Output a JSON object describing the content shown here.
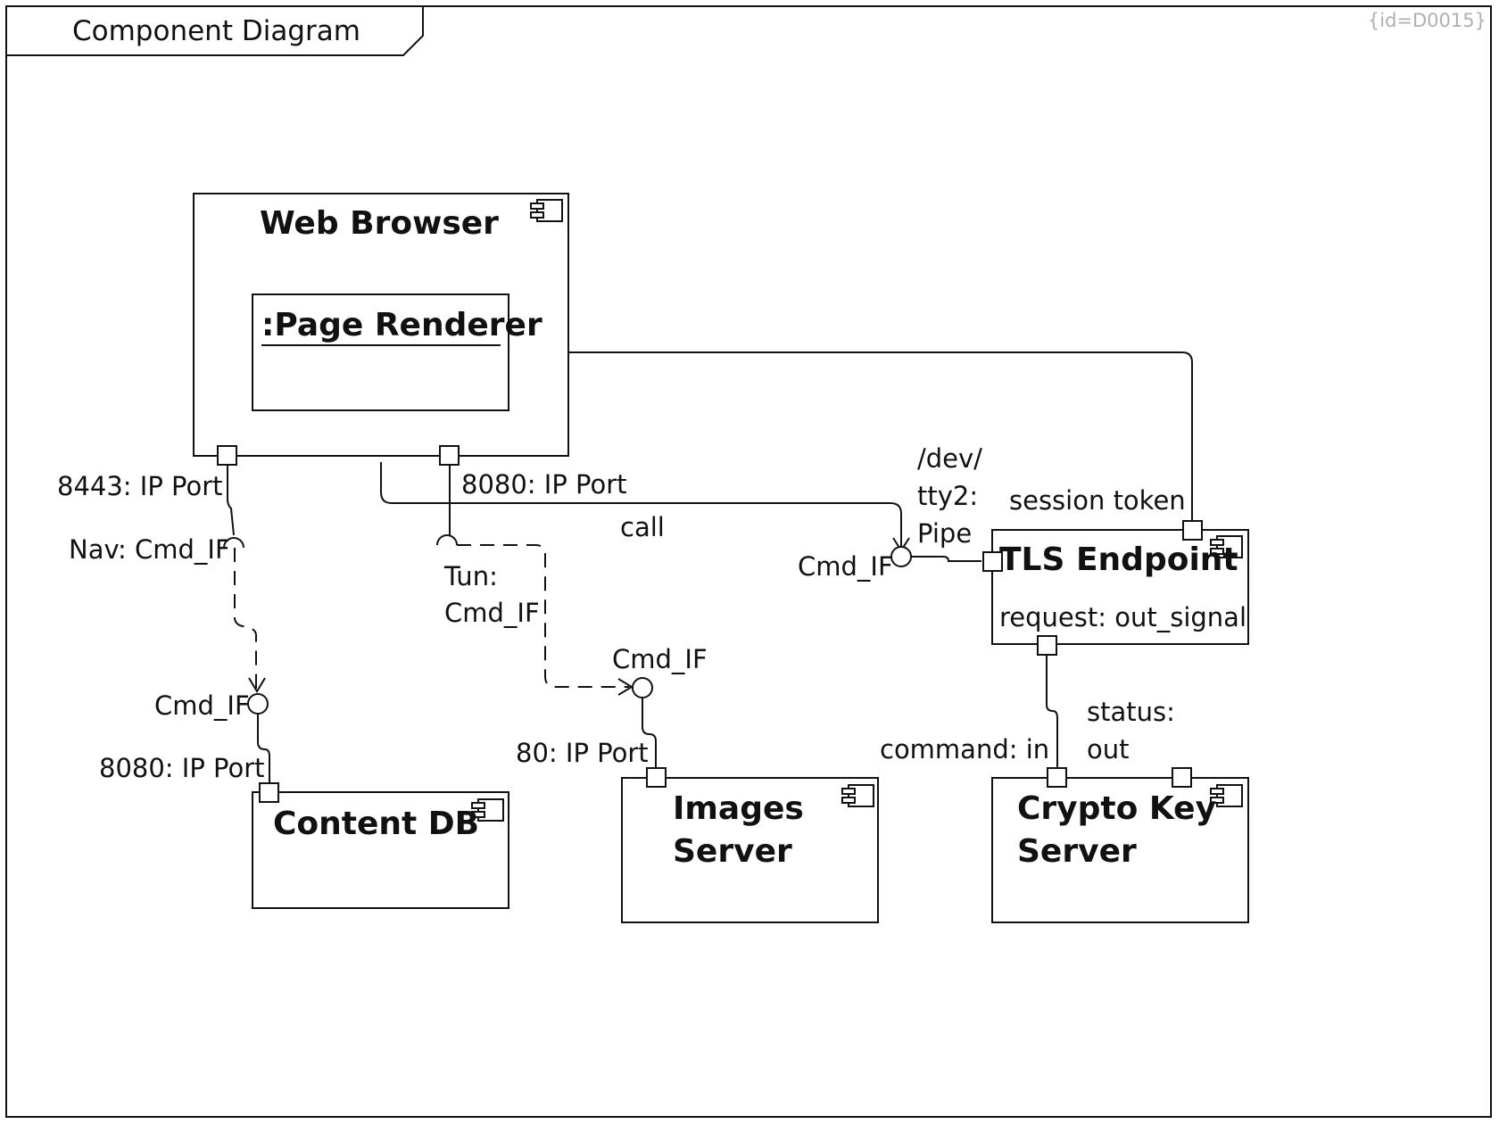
{
  "frame": {
    "title": "Component Diagram",
    "id_tag": "{id=D0015}"
  },
  "components": {
    "web_browser": {
      "title": "Web Browser"
    },
    "page_renderer": {
      "title": ":Page Renderer"
    },
    "tls_endpoint": {
      "title": "TLS Endpoint",
      "inner_label": "request: out_signal"
    },
    "content_db": {
      "title": "Content DB"
    },
    "images_server": {
      "title_line1": "Images",
      "title_line2": "Server"
    },
    "crypto_key_server": {
      "title_line1": "Crypto Key",
      "title_line2": "Server"
    }
  },
  "labels": {
    "port_8443": "8443: IP Port",
    "port_8080_browser": "8080: IP Port",
    "nav_cmd_if": "Nav: Cmd_IF",
    "tun_line1": "Tun:",
    "tun_line2": "Cmd_IF",
    "call": "call",
    "dev_line1": "/dev/",
    "dev_line2": "tty2:",
    "dev_line3": "Pipe",
    "session_token": "session token",
    "cmd_if_tls": "Cmd_IF",
    "cmd_if_content": "Cmd_IF",
    "port_8080_content": "8080: IP Port",
    "cmd_if_images": "Cmd_IF",
    "port_80": "80: IP Port",
    "command_in": "command: in",
    "status_line1": "status:",
    "status_line2": "out"
  }
}
